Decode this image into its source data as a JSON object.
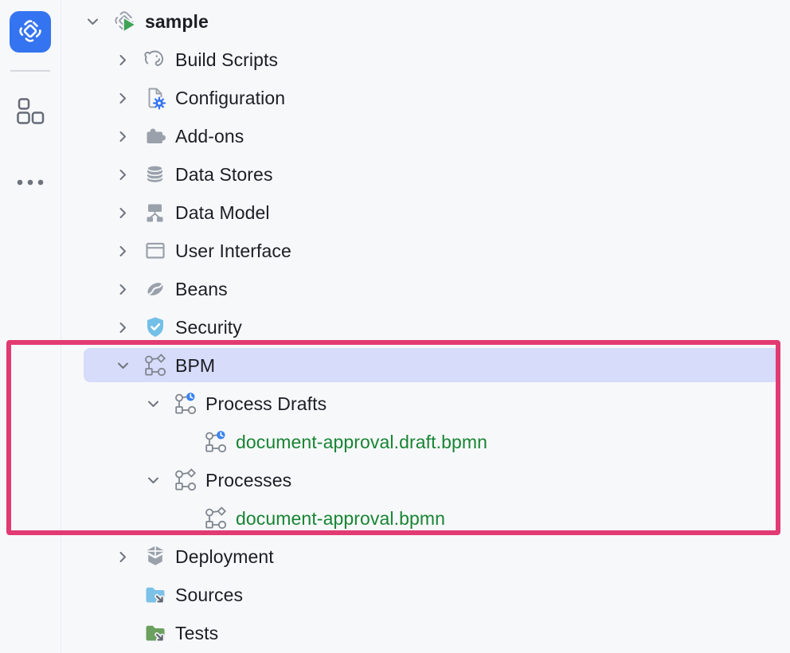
{
  "toolbar": {
    "buttons": [
      {
        "name": "jmix",
        "icon": "jmix-logo-icon",
        "selected": true
      },
      {
        "name": "modules",
        "icon": "modules-icon",
        "selected": false
      },
      {
        "name": "more",
        "icon": "more-dots-icon",
        "selected": false
      }
    ]
  },
  "tree": {
    "items": [
      {
        "label": "sample",
        "level": 0,
        "state": "expanded",
        "icon": "jmix-project-icon",
        "bold": true,
        "selected": false,
        "color": "default"
      },
      {
        "label": "Build Scripts",
        "level": 1,
        "state": "collapsed",
        "icon": "gradle-icon",
        "color": "default"
      },
      {
        "label": "Configuration",
        "level": 1,
        "state": "collapsed",
        "icon": "configuration-file-icon",
        "color": "default"
      },
      {
        "label": "Add-ons",
        "level": 1,
        "state": "collapsed",
        "icon": "addons-puzzle-icon",
        "color": "default"
      },
      {
        "label": "Data Stores",
        "level": 1,
        "state": "collapsed",
        "icon": "database-icon",
        "color": "default"
      },
      {
        "label": "Data Model",
        "level": 1,
        "state": "collapsed",
        "icon": "data-model-icon",
        "color": "default"
      },
      {
        "label": "User Interface",
        "level": 1,
        "state": "collapsed",
        "icon": "ui-window-icon",
        "color": "default"
      },
      {
        "label": "Beans",
        "level": 1,
        "state": "collapsed",
        "icon": "bean-icon",
        "color": "default"
      },
      {
        "label": "Security",
        "level": 1,
        "state": "collapsed",
        "icon": "security-shield-icon",
        "color": "default"
      },
      {
        "label": "BPM",
        "level": 1,
        "state": "expanded",
        "icon": "bpmn-icon",
        "selected": true,
        "color": "default"
      },
      {
        "label": "Process Drafts",
        "level": 2,
        "state": "expanded",
        "icon": "bpmn-draft-clock-icon",
        "color": "default"
      },
      {
        "label": "document-approval.draft.bpmn",
        "level": 3,
        "state": "leaf",
        "icon": "bpmn-draft-clock-icon",
        "color": "green"
      },
      {
        "label": "Processes",
        "level": 2,
        "state": "expanded",
        "icon": "bpmn-icon",
        "color": "default"
      },
      {
        "label": "document-approval.bpmn",
        "level": 3,
        "state": "leaf",
        "icon": "bpmn-icon",
        "color": "green"
      },
      {
        "label": "Deployment",
        "level": 1,
        "state": "collapsed",
        "icon": "deployment-box-icon",
        "color": "default"
      },
      {
        "label": "Sources",
        "level": 1,
        "state": "leaf",
        "icon": "sources-folder-icon",
        "color": "default"
      },
      {
        "label": "Tests",
        "level": 1,
        "state": "leaf",
        "icon": "tests-folder-icon",
        "color": "default"
      }
    ]
  },
  "annotation": {
    "type": "highlight-rectangle",
    "color": "#e23a72"
  },
  "colors": {
    "background": "#f7f8fa",
    "panel_border": "#ecedf0",
    "selection": "#d6dcf9",
    "text": "#1c1e24",
    "vcs_green_file": "#178433",
    "accent_blue": "#3574f0",
    "icon_gray": "#9aa1ab",
    "shield_folder_blue": "#72bfe8",
    "tests_folder_green": "#6ba05f",
    "play_green": "#3da355",
    "annotation_pink": "#e23a72"
  }
}
